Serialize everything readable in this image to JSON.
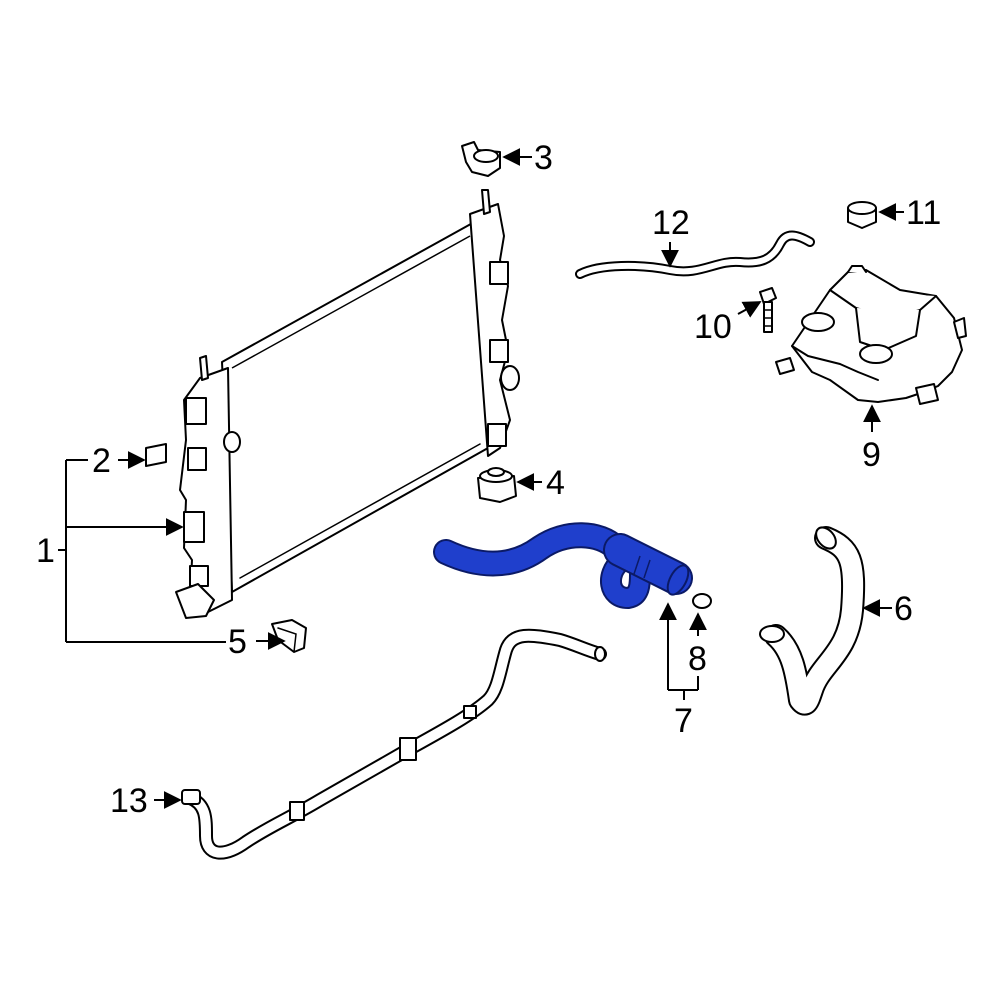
{
  "diagram": {
    "highlight_color": "#1f3fcc",
    "line_color": "#000000",
    "background": "#ffffff",
    "highlighted_part": "7",
    "callouts": [
      {
        "id": "c1",
        "label": "1"
      },
      {
        "id": "c2",
        "label": "2"
      },
      {
        "id": "c3",
        "label": "3"
      },
      {
        "id": "c4",
        "label": "4"
      },
      {
        "id": "c5",
        "label": "5"
      },
      {
        "id": "c6",
        "label": "6"
      },
      {
        "id": "c7",
        "label": "7"
      },
      {
        "id": "c8",
        "label": "8"
      },
      {
        "id": "c9",
        "label": "9"
      },
      {
        "id": "c10",
        "label": "10"
      },
      {
        "id": "c11",
        "label": "11"
      },
      {
        "id": "c12",
        "label": "12"
      },
      {
        "id": "c13",
        "label": "13"
      }
    ]
  }
}
